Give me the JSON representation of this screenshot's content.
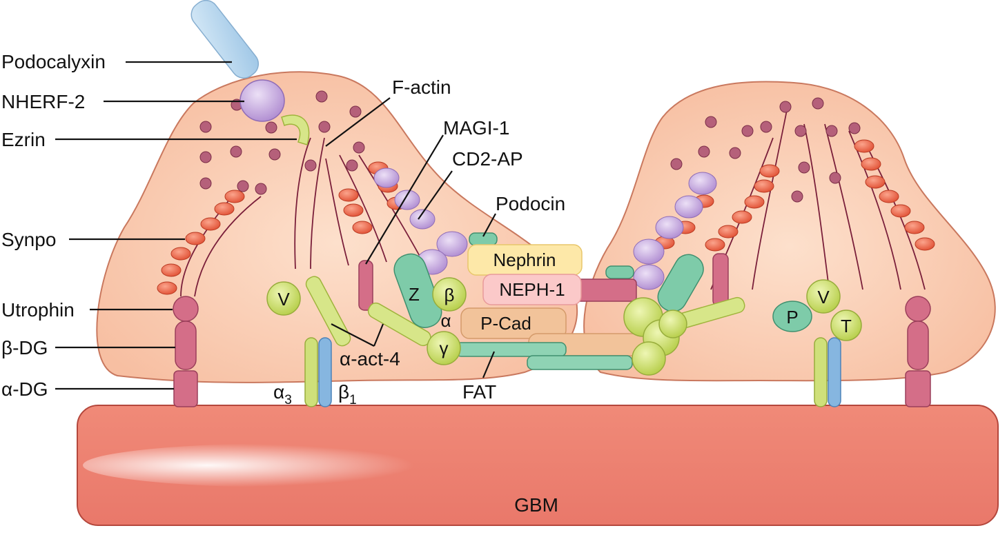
{
  "labels": {
    "podocalyxin": "Podocalyxin",
    "nherf2": "NHERF-2",
    "ezrin": "Ezrin",
    "synpo": "Synpo",
    "utrophin": "Utrophin",
    "beta_dg": "β-DG",
    "alpha_dg": "α-DG",
    "f_actin": "F-actin",
    "magi1": "MAGI-1",
    "cd2ap": "CD2-AP",
    "podocin": "Podocin",
    "nephrin": "Nephrin",
    "neph1": "NEPH-1",
    "pcad": "P-Cad",
    "fat": "FAT",
    "alpha_act4": "α-act-4",
    "alpha3": "α",
    "alpha3_sub": "3",
    "beta1": "β",
    "beta1_sub": "1",
    "gbm": "GBM"
  },
  "symbols": {
    "v_left": "V",
    "z": "Z",
    "beta": "β",
    "alpha": "α",
    "gamma": "γ",
    "p": "P",
    "v_right": "V",
    "t": "T"
  },
  "colors": {
    "cell_fill": "#f9c6aa",
    "cell_stroke": "#c9785e",
    "gbm_fill": "#ee8f7e",
    "gbm_stroke": "#b4473c",
    "dot": "#b5607a",
    "red_oval": "#ec6a4e",
    "purple": "#c7a6dc",
    "green_ball": "#cfe07a",
    "teal": "#7ecba9",
    "pink_bar": "#d46e88",
    "blue_bar": "#a9cde9",
    "nephrin_fill": "#fde8a8",
    "neph1_fill": "#fbc9c9",
    "pcad_fill": "#f2c39a"
  }
}
